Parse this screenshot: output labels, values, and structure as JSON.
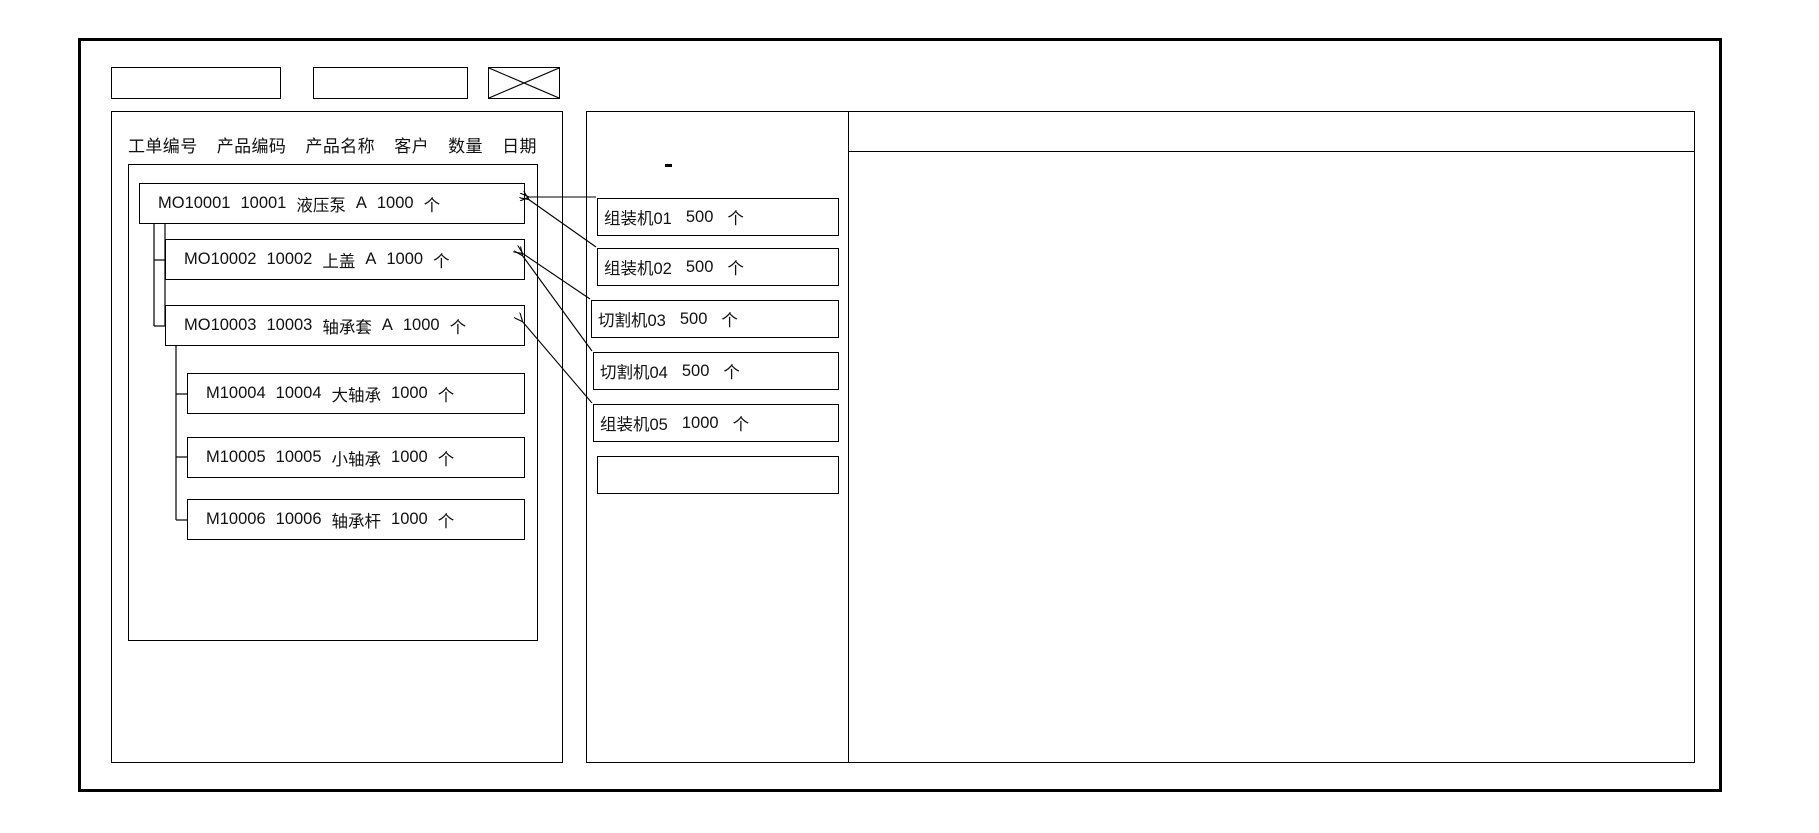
{
  "window": {
    "title": ""
  },
  "toolbar": {
    "field_1_value": "",
    "field_1_placeholder": "",
    "field_2_value": "",
    "field_2_placeholder": "",
    "action_icon": "crossed-box-icon",
    "action_label": ""
  },
  "left_panel": {
    "name": "work-order-list",
    "columns": [
      "工单编号",
      "产品编码",
      "产品名称",
      "客户",
      "数量",
      "日期"
    ],
    "rows": [
      {
        "depth": 0,
        "order_no": "MO10001",
        "product_code": "10001",
        "product_name": "液压泵",
        "customer": "A",
        "quantity": "1000",
        "unit": "个",
        "date": ""
      },
      {
        "depth": 1,
        "order_no": "MO10002",
        "product_code": "10002",
        "product_name": "上盖",
        "customer": "A",
        "quantity": "1000",
        "unit": "个",
        "date": ""
      },
      {
        "depth": 1,
        "order_no": "MO10003",
        "product_code": "10003",
        "product_name": "轴承套",
        "customer": "A",
        "quantity": "1000",
        "unit": "个",
        "date": ""
      },
      {
        "depth": 2,
        "order_no": "M10004",
        "product_code": "10004",
        "product_name": "大轴承",
        "customer": "",
        "quantity": "1000",
        "unit": "个",
        "date": ""
      },
      {
        "depth": 2,
        "order_no": "M10005",
        "product_code": "10005",
        "product_name": "小轴承",
        "customer": "",
        "quantity": "1000",
        "unit": "个",
        "date": ""
      },
      {
        "depth": 2,
        "order_no": "M10006",
        "product_code": "10006",
        "product_name": "轴承杆",
        "customer": "",
        "quantity": "1000",
        "unit": "个",
        "date": ""
      }
    ]
  },
  "middle_panel": {
    "name": "machine-assignment-list",
    "marker": "-",
    "rows": [
      {
        "machine": "组装机01",
        "quantity": "500",
        "unit": "个"
      },
      {
        "machine": "组装机02",
        "quantity": "500",
        "unit": "个"
      },
      {
        "machine": "切割机03",
        "quantity": "500",
        "unit": "个"
      },
      {
        "machine": "切割机04",
        "quantity": "500",
        "unit": "个"
      },
      {
        "machine": "组装机05",
        "quantity": "1000",
        "unit": "个"
      }
    ],
    "empty_row": {
      "machine": "",
      "quantity": "",
      "unit": ""
    }
  },
  "right_panel": {
    "name": "detail-panel",
    "header_title": "",
    "body_text": ""
  },
  "colors": {
    "frame": "#000000",
    "background": "#ffffff",
    "text": "#111111"
  }
}
